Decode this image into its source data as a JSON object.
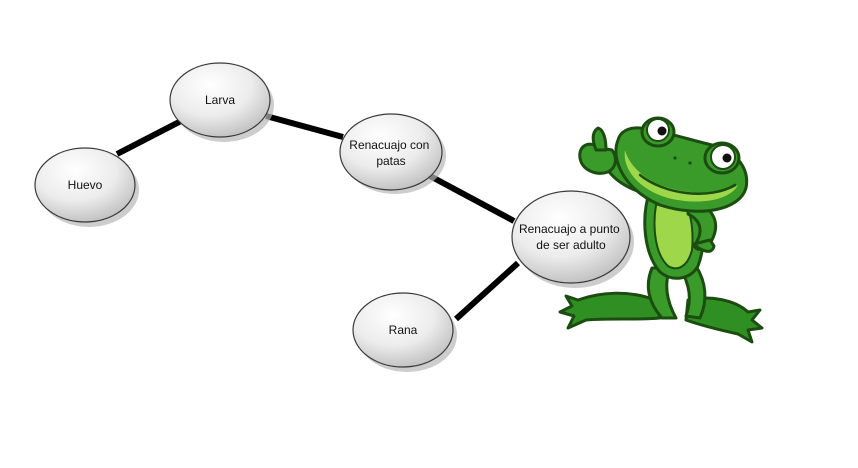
{
  "diagram": {
    "nodes": [
      {
        "id": "huevo",
        "lines": [
          "Huevo"
        ]
      },
      {
        "id": "larva",
        "lines": [
          "Larva"
        ]
      },
      {
        "id": "renacuajo-patas",
        "lines": [
          "Renacuajo con",
          "patas"
        ]
      },
      {
        "id": "renacuajo-adulto",
        "lines": [
          "Renacuajo a punto",
          "de ser adulto"
        ]
      },
      {
        "id": "rana",
        "lines": [
          "Rana"
        ]
      }
    ],
    "edges": [
      [
        "huevo",
        "larva"
      ],
      [
        "larva",
        "renacuajo-patas"
      ],
      [
        "renacuajo-patas",
        "renacuajo-adulto"
      ],
      [
        "renacuajo-adulto",
        "rana"
      ]
    ]
  },
  "illustration": {
    "icon": "frog-mascot-icon",
    "colors": {
      "body": "#3a9b2a",
      "light": "#9ed84a",
      "outline": "#1b4d10"
    }
  },
  "colors": {
    "node_fill_light": "#ffffff",
    "node_fill_dark": "#c9c9c9",
    "node_stroke": "#333333",
    "edge": "#000000",
    "shadow": "#b5b5b5"
  }
}
